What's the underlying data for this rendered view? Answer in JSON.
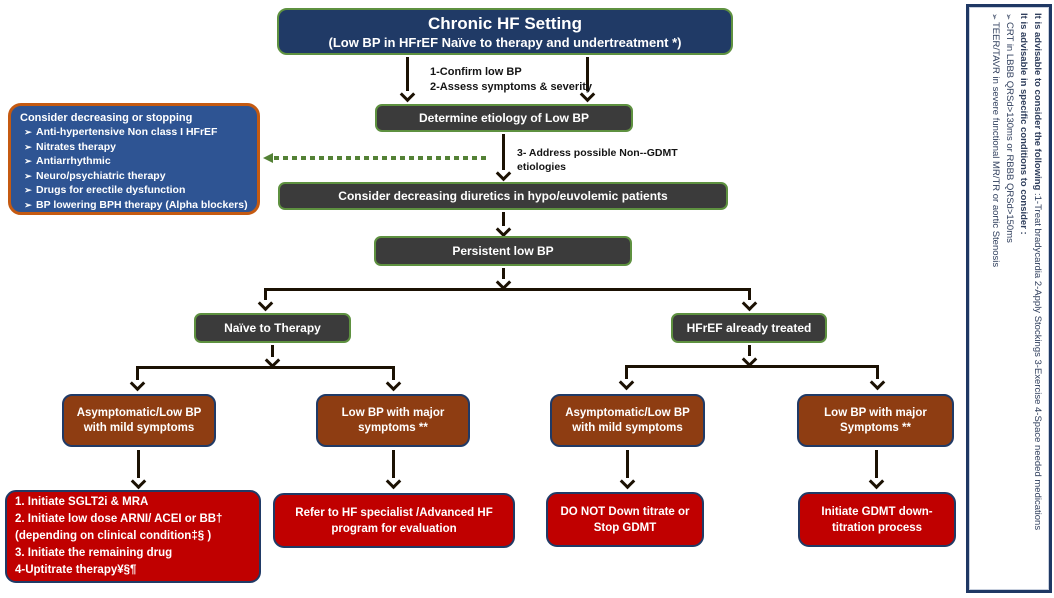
{
  "icons": {
    "bullet": "➢"
  },
  "colors": {
    "navy": "#203a66",
    "green_border": "#5e9140",
    "dark_box": "#3b3b3b",
    "note_blue": "#2e5493",
    "note_border_orange": "#c55a11",
    "brown": "#8e3d12",
    "red": "#c00000",
    "dotted_green": "#538135"
  },
  "header": {
    "title": "Chronic HF Setting",
    "subtitle": "(Low BP in HFrEF Naïve to therapy and undertreatment *)"
  },
  "labels": {
    "step12": [
      "1-Confirm low BP",
      "2-Assess symptoms & severity"
    ],
    "step3": "3- Address possible Non--GDMT etiologies"
  },
  "nodes": {
    "etiology": "Determine etiology of Low BP",
    "diuretics": "Consider decreasing diuretics in hypo/euvolemic patients",
    "persistent": "Persistent low BP",
    "naive": "Naïve to Therapy",
    "treated": "HFrEF already treated"
  },
  "consider_box": {
    "title": "Consider decreasing or stopping",
    "items": [
      "Anti-hypertensive Non class I HFrEF",
      "Nitrates therapy",
      "Antiarrhythmic",
      "Neuro/psychiatric therapy",
      "Drugs for erectile dysfunction",
      "BP lowering BPH therapy (Alpha blockers)"
    ]
  },
  "branches": {
    "naive_mild": "Asymptomatic/Low BP with mild symptoms",
    "naive_major": "Low BP with major symptoms **",
    "treated_mild": "Asymptomatic/Low BP with mild symptoms",
    "treated_major": "Low BP with major Symptoms **"
  },
  "outcomes": {
    "naive_mild_lines": [
      "1.  Initiate SGLT2i & MRA",
      "2. Initiate low dose ARNI/ ACEI or BB†",
      "(depending on clinical condition‡§ )",
      "3. Initiate the remaining drug",
      "4-Uptitrate therapy¥§¶"
    ],
    "naive_major": "Refer to HF specialist /Advanced HF program for evaluation",
    "treated_mild": "DO NOT Down titrate or Stop GDMT",
    "treated_major": "Initiate GDMT down-titration process"
  },
  "side_panel": {
    "advisable_lead": "It is advisable to consider the following",
    "advisable_rest": " :1-Treat bradycardia  2-Apply Stockings 3-Exercise 4-Space  needed medications",
    "specific_lead": "It is advisable in specific conditions to consider :",
    "items": [
      "CRT in LBBB QRSd>130ms or  RBBB QRSd>150ms",
      "TEER/TAVR in severe functional MR/TR or aortic Stenosis"
    ]
  }
}
